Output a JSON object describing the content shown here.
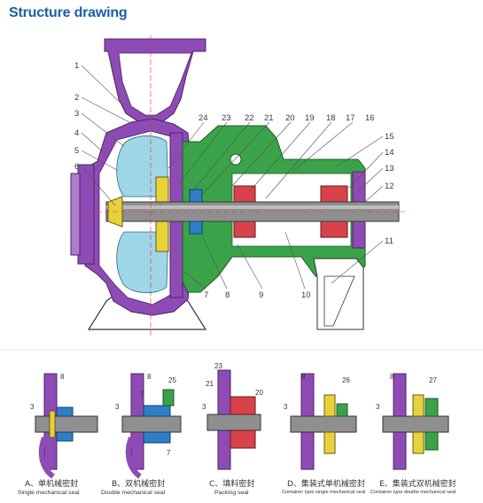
{
  "title": "Structure drawing",
  "main_labels": [
    "1",
    "2",
    "3",
    "4",
    "5",
    "6",
    "24",
    "23",
    "22",
    "21",
    "20",
    "19",
    "18",
    "17",
    "16",
    "15",
    "14",
    "13",
    "12",
    "11",
    "10",
    "9",
    "8",
    "7"
  ],
  "seal_variants": [
    {
      "cn": "A、单机械密封",
      "en": "Single mechanical seal",
      "labels": [
        "8",
        "3"
      ]
    },
    {
      "cn": "B、双机械密封",
      "en": "Double mechanical seal",
      "labels": [
        "8",
        "25",
        "3",
        "7",
        "7"
      ]
    },
    {
      "cn": "C、填料密封",
      "en": "Packing seal",
      "labels": [
        "23",
        "21",
        "3",
        "20"
      ]
    },
    {
      "cn": "D、集装式单机械密封",
      "en": "Container type single mechanical seal",
      "labels": [
        "8",
        "26",
        "3"
      ]
    },
    {
      "cn": "E、集装式双机械密封",
      "en": "Container type double mechanical seal",
      "labels": [
        "8",
        "27",
        "3"
      ]
    }
  ],
  "colors": {
    "title": "#1a5ea8",
    "casing": "#8e4bb5",
    "bracket": "#3aa34a",
    "impeller": "#9fd6e8",
    "shaft": "#8f8f8f",
    "bearing": "#d8434b",
    "seal_yellow": "#e8d23a",
    "seal_teal": "#2fb5a5"
  }
}
